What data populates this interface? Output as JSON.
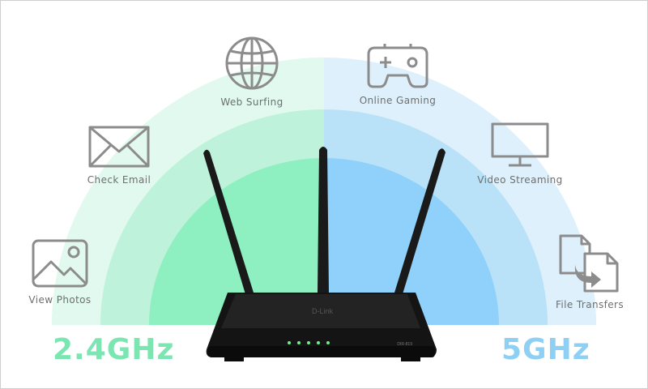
{
  "colors": {
    "band_24_outer": "#e1f9ee",
    "band_24_mid": "#bff2da",
    "band_24_inner": "#8ef0c0",
    "band_5_outer": "#ddf0fb",
    "band_5_mid": "#b9e2f8",
    "band_5_inner": "#8fd1fa",
    "label_24": "#7be6b2",
    "label_5": "#8ecff4",
    "icon_gray": "#8c8c8c",
    "router_body": "#141414"
  },
  "features": {
    "view_photos": {
      "label": "View Photos",
      "icon": "image-icon"
    },
    "check_email": {
      "label": "Check Email",
      "icon": "envelope-icon"
    },
    "web_surfing": {
      "label": "Web Surfing",
      "icon": "globe-icon"
    },
    "online_gaming": {
      "label": "Online Gaming",
      "icon": "gamepad-icon"
    },
    "video_streaming": {
      "label": "Video Streaming",
      "icon": "monitor-icon"
    },
    "file_transfers": {
      "label": "File Transfers",
      "icon": "file-transfer-icon"
    }
  },
  "bands": {
    "left_label": "2.4GHz",
    "right_label": "5GHz"
  },
  "router": {
    "brand": "D-Link",
    "model": "DIR-819",
    "antenna_count": 3
  }
}
